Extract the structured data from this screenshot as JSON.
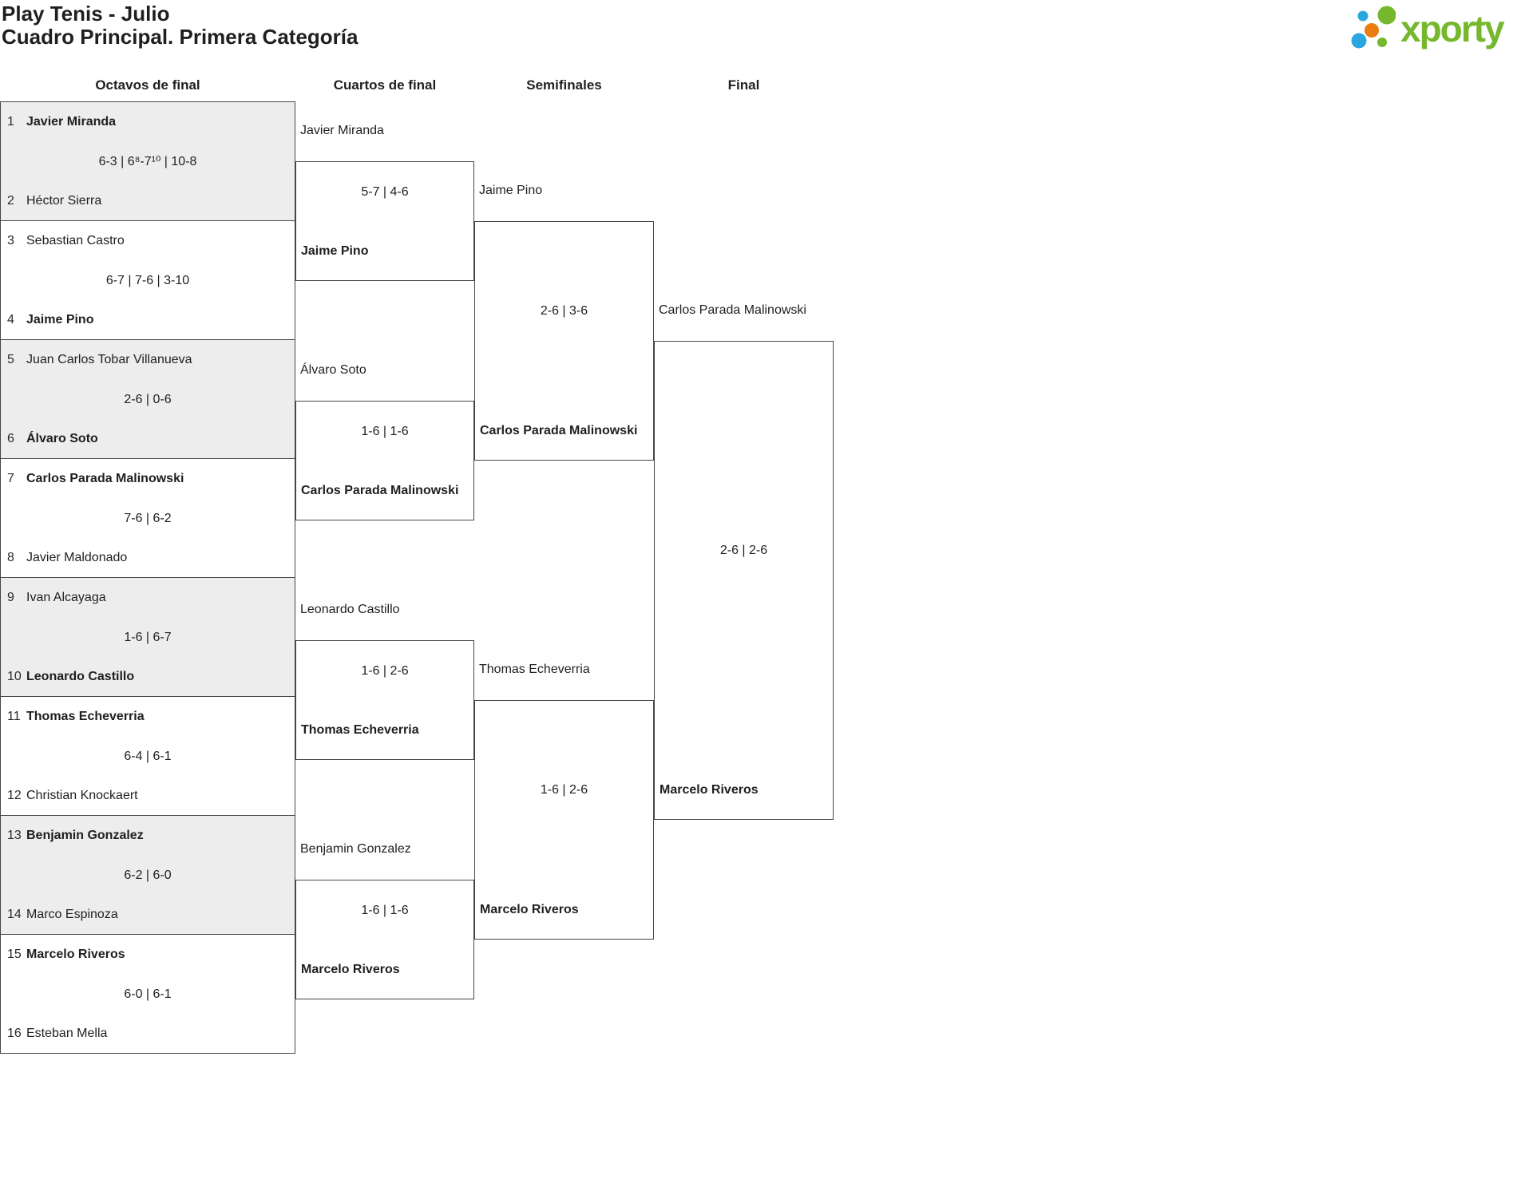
{
  "page": {
    "title": "Play Tenis - Julio",
    "subtitle": "Cuadro Principal. Primera Categoría"
  },
  "logo": {
    "text": "xporty",
    "green": "#76b82d",
    "blue": "#2aa7e0",
    "orange": "#ea7c10"
  },
  "colors": {
    "border": "#464646",
    "shaded_box": "#ededed",
    "text": "#1f1f1f"
  },
  "round_headers": [
    "Octavos de final",
    "Cuartos de final",
    "Semifinales",
    "Final"
  ],
  "bracket": {
    "round_of_16": [
      {
        "seed1": "1",
        "player1": "Javier Miranda",
        "winner1": true,
        "score": "6-3 | 6⁸-7¹⁰ | 10-8",
        "seed2": "2",
        "player2": "Héctor Sierra",
        "winner2": false
      },
      {
        "seed1": "3",
        "player1": "Sebastian Castro",
        "winner1": false,
        "score": "6-7 | 7-6 | 3-10",
        "seed2": "4",
        "player2": "Jaime Pino",
        "winner2": true
      },
      {
        "seed1": "5",
        "player1": "Juan Carlos Tobar Villanueva",
        "winner1": false,
        "score": "2-6 | 0-6",
        "seed2": "6",
        "player2": "Álvaro Soto",
        "winner2": true
      },
      {
        "seed1": "7",
        "player1": "Carlos Parada Malinowski",
        "winner1": true,
        "score": "7-6 | 6-2",
        "seed2": "8",
        "player2": "Javier Maldonado",
        "winner2": false
      },
      {
        "seed1": "9",
        "player1": "Ivan Alcayaga",
        "winner1": false,
        "score": "1-6 | 6-7",
        "seed2": "10",
        "player2": "Leonardo Castillo",
        "winner2": true
      },
      {
        "seed1": "11",
        "player1": "Thomas Echeverria",
        "winner1": true,
        "score": "6-4 | 6-1",
        "seed2": "12",
        "player2": "Christian Knockaert",
        "winner2": false
      },
      {
        "seed1": "13",
        "player1": "Benjamin Gonzalez",
        "winner1": true,
        "score": "6-2 | 6-0",
        "seed2": "14",
        "player2": "Marco Espinoza",
        "winner2": false
      },
      {
        "seed1": "15",
        "player1": "Marcelo Riveros",
        "winner1": true,
        "score": "6-0 | 6-1",
        "seed2": "16",
        "player2": "Esteban Mella",
        "winner2": false
      }
    ],
    "quarterfinals": [
      {
        "feed": "Javier Miranda",
        "score": "5-7 | 4-6",
        "winner": "Jaime Pino"
      },
      {
        "feed": "Álvaro Soto",
        "score": "1-6 | 1-6",
        "winner": "Carlos Parada Malinowski"
      },
      {
        "feed": "Leonardo Castillo",
        "score": "1-6 | 2-6",
        "winner": "Thomas Echeverria"
      },
      {
        "feed": "Benjamin Gonzalez",
        "score": "1-6 | 1-6",
        "winner": "Marcelo Riveros"
      }
    ],
    "semifinals": [
      {
        "feed": "Jaime Pino",
        "score": "2-6 | 3-6",
        "winner": "Carlos Parada Malinowski"
      },
      {
        "feed": "Thomas Echeverria",
        "score": "1-6 | 2-6",
        "winner": "Marcelo Riveros"
      }
    ],
    "final": {
      "feed": "Carlos Parada Malinowski",
      "score": "2-6 | 2-6",
      "winner": "Marcelo Riveros"
    }
  }
}
